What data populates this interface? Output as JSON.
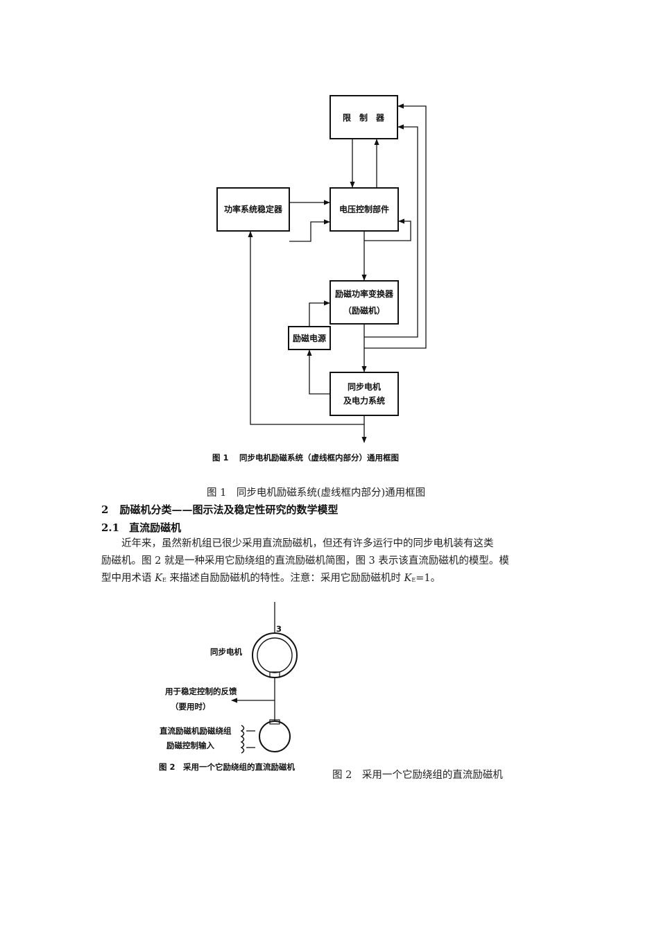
{
  "figure1": {
    "boxes": {
      "limiter": "限　制　器",
      "pss": "功率系统稳定器",
      "voltage_control": "电压控制部件",
      "power_converter_line1": "励磁功率变换器",
      "power_converter_line2": "（励磁机）",
      "excitation_source": "励磁电源",
      "generator_line1": "同步电机",
      "generator_line2": "及电力系统"
    },
    "inner_caption": "图 1　 同步电机励磁系统（虚线框内部分）通用框图",
    "caption": "图 1　同步电机励磁系统(虚线框内部分)通用框图"
  },
  "section2": {
    "number": "2",
    "title": "励磁机分类——图示法及稳定性研究的数学模型"
  },
  "section21": {
    "number": "2.1",
    "title": "直流励磁机"
  },
  "paragraph": {
    "line1": "近年来，虽然新机组已很少采用直流励磁机，但还有许多运行中的同步电机装有这类",
    "line2": "励磁机。图 2 就是一种采用它励绕组的直流励磁机简图，图 3 表示该直流励磁机的模型。模",
    "line3_a": "型中用术语 ",
    "var_k": "K",
    "sub_e": "E",
    "line3_b": " 来描述自励励磁机的特性。注意：采用它励励磁机时 ",
    "line3_c": "=1。"
  },
  "figure2": {
    "number_label": "3",
    "generator_label": "同步电机",
    "feedback_label_line1": "用于稳定控制的反馈",
    "feedback_label_line2": "（要用时）",
    "winding_label": "直流励磁机励磁绕组",
    "control_input_label": "励磁控制输入",
    "inner_caption": "图 2　采用一个它励绕组的直流励磁机",
    "caption": "图 2　采用一个它励绕组的直流励磁机"
  }
}
